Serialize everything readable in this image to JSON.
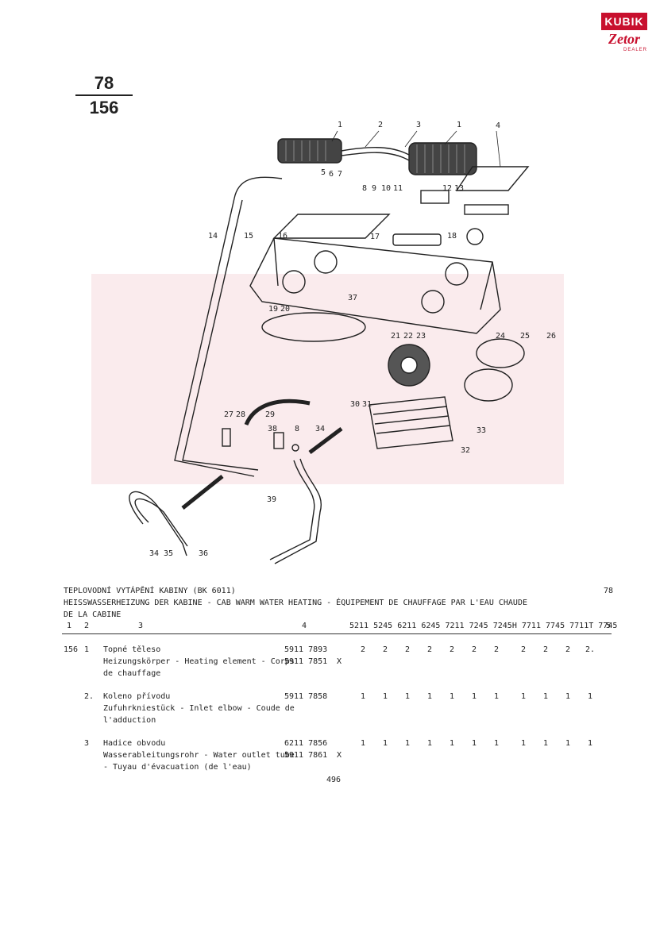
{
  "page": {
    "fraction_top": "78",
    "fraction_bottom": "156",
    "page_number": "78",
    "footer_number": "496"
  },
  "logo": {
    "brand": "KUBIK",
    "maker": "Zetor",
    "dealer": "DEALER"
  },
  "diagram": {
    "callouts": [
      "1",
      "2",
      "3",
      "1",
      "4",
      "5",
      "6",
      "7",
      "8",
      "9",
      "10",
      "11",
      "12",
      "13",
      "14",
      "15",
      "16",
      "17",
      "18",
      "19",
      "20",
      "37",
      "21",
      "22",
      "23",
      "24",
      "25",
      "26",
      "27",
      "28",
      "29",
      "30",
      "31",
      "33",
      "32",
      "38",
      "8",
      "34",
      "39",
      "34",
      "35",
      "36"
    ]
  },
  "heading": {
    "line1": "TEPLOVODNÍ VYTÁPĚNÍ KABINY (BK 6011)",
    "line2": "HEISSWASSERHEIZUNG DER KABINE - CAB WARM WATER HEATING - ÉQUIPEMENT DE CHAUFFAGE PAR L'EAU CHAUDE",
    "line3": "DE LA CABINE"
  },
  "columns": {
    "c1": "1",
    "c2": "2",
    "c3": "3",
    "c4": "4",
    "c5": "5",
    "models": [
      "5211",
      "5245",
      "6211",
      "6245",
      "7211",
      "7245",
      "7245H",
      "7711",
      "7745",
      "7711T",
      "7745"
    ]
  },
  "items": [
    {
      "fig": "156",
      "pos": "1",
      "lines": [
        "Topné těleso",
        "Heizungskörper - Heating element - Corps",
        "de chauffage"
      ],
      "parts": [
        "5911 7893",
        "5911 7851"
      ],
      "marks": [
        "",
        "X"
      ],
      "qty": [
        "2",
        "2",
        "2",
        "2",
        "2",
        "2",
        "2",
        "2",
        "2",
        "2",
        "2."
      ]
    },
    {
      "fig": "",
      "pos": "2.",
      "lines": [
        "Koleno přívodu",
        "Zufuhrkniestück - Inlet elbow - Coude de",
        "l'adduction"
      ],
      "parts": [
        "5911 7858"
      ],
      "marks": [
        ""
      ],
      "qty": [
        "1",
        "1",
        "1",
        "1",
        "1",
        "1",
        "1",
        "1",
        "1",
        "1",
        "1"
      ]
    },
    {
      "fig": "",
      "pos": "3",
      "lines": [
        "Hadice obvodu",
        "Wasserableitungsrohr - Water outlet tube",
        "- Tuyau d'évacuation (de l'eau)"
      ],
      "parts": [
        "6211 7856",
        "5911 7861"
      ],
      "marks": [
        "",
        "X"
      ],
      "qty": [
        "1",
        "1",
        "1",
        "1",
        "1",
        "1",
        "1",
        "1",
        "1",
        "1",
        "1"
      ]
    }
  ]
}
